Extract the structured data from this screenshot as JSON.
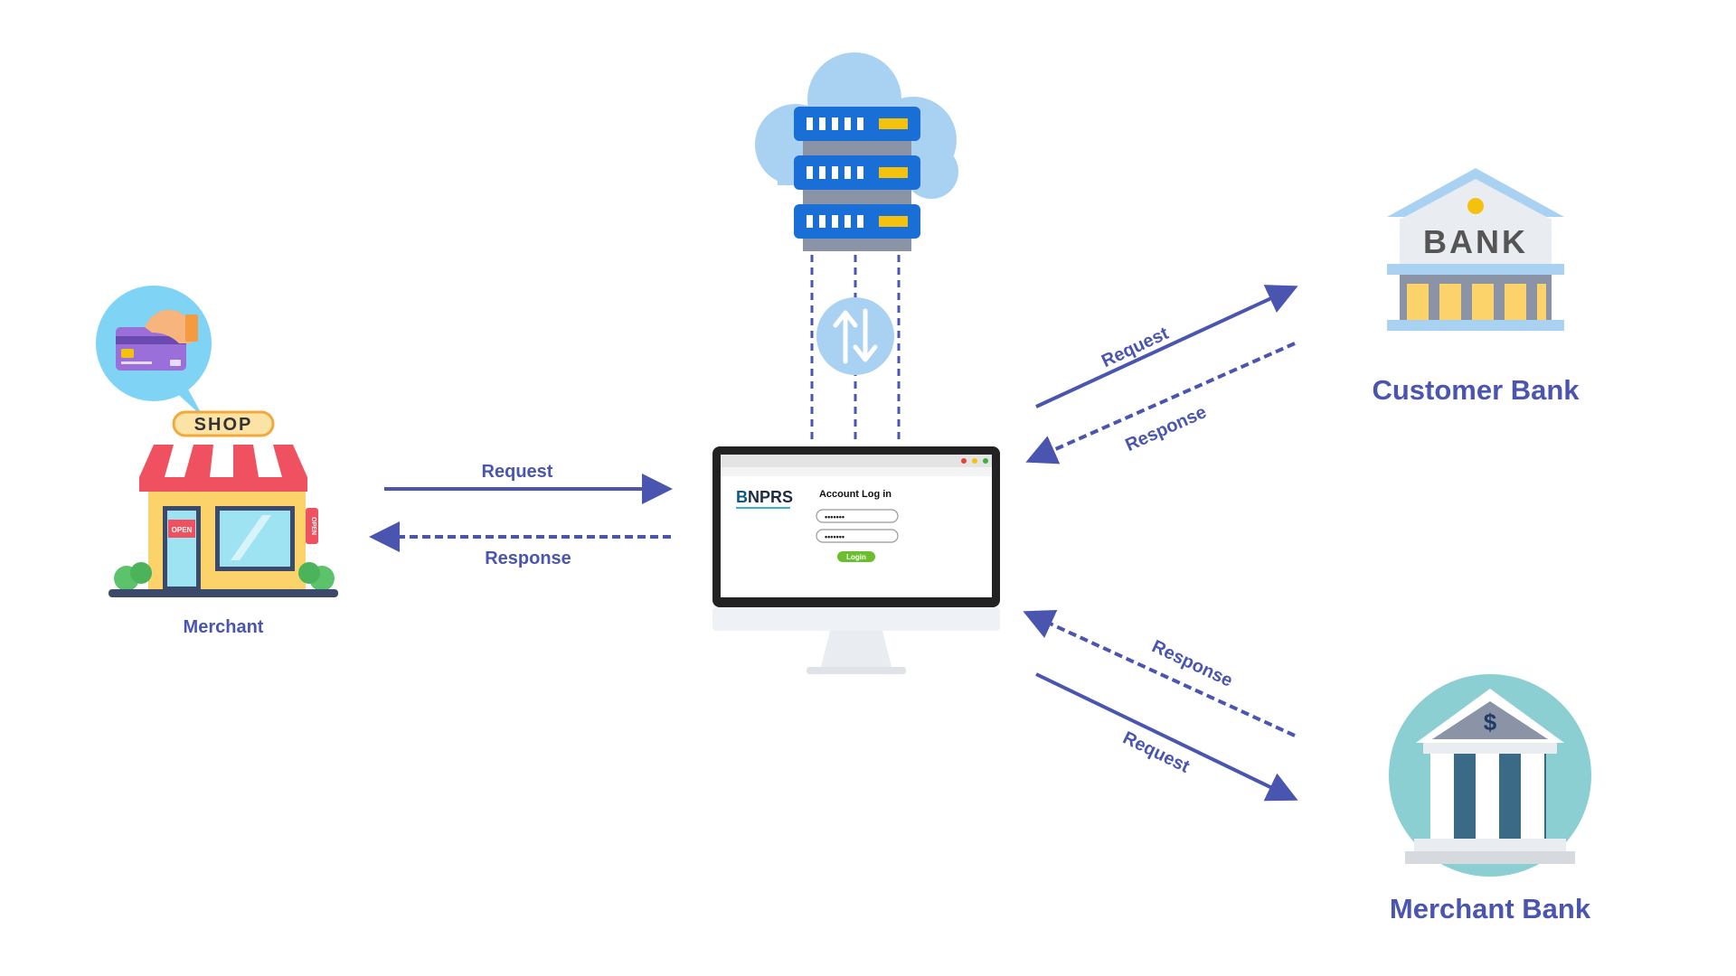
{
  "nodes": {
    "merchant": {
      "label": "Merchant",
      "sign": "SHOP",
      "door_sign": "OPEN",
      "side_sign": "OPEN"
    },
    "gateway": {
      "logo": "NPRS",
      "logo_prefix": "B",
      "login_title": "Account Log in",
      "field1_value": "•••••••",
      "field2_value": "•••••••",
      "login_button": "Login"
    },
    "customer_bank": {
      "label": "Customer Bank",
      "sign": "BANK"
    },
    "merchant_bank": {
      "label": "Merchant Bank",
      "symbol": "$"
    }
  },
  "edges": {
    "merchant_request": "Request",
    "merchant_response": "Response",
    "customer_request": "Request",
    "customer_response": "Response",
    "merchantbank_response": "Response",
    "merchantbank_request": "Request"
  },
  "colors": {
    "arrow": "#4a55b0",
    "label": "#4a55b0",
    "cloud": "#a9d2f2",
    "server": "#1a6fd6",
    "server_slot": "#f4c20d"
  }
}
